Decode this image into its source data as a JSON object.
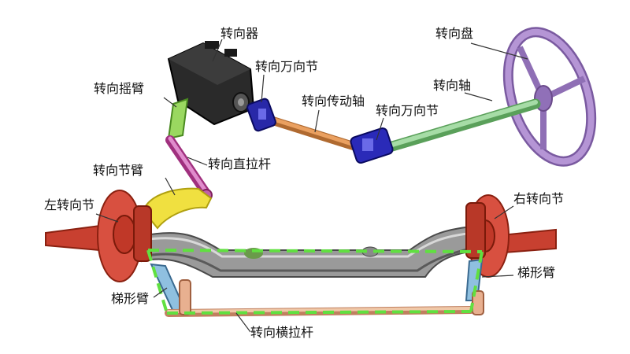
{
  "labels": {
    "steering_gear": "转向器",
    "steering_wheel": "转向盘",
    "universal_joint_upper": "转向万向节",
    "pitman_arm": "转向摇臂",
    "intermediate_shaft": "转向传动轴",
    "steering_shaft": "转向轴",
    "universal_joint_lower": "转向万向节",
    "drag_link": "转向直拉杆",
    "knuckle_arm": "转向节臂",
    "left_knuckle": "左转向节",
    "right_knuckle": "右转向节",
    "trapezoid_arm_right": "梯形臂",
    "trapezoid_arm_left": "梯形臂",
    "tie_rod": "转向横拉杆"
  },
  "colors": {
    "steering_wheel": "#a07fc0",
    "steering_shaft": "#7fc47f",
    "intermediate_shaft": "#d98a4a",
    "universal_joint": "#3a3ad0",
    "steering_gear": "#222222",
    "pitman_arm": "#a6e06a",
    "drag_link": "#d070b8",
    "knuckle": "#d85040",
    "knuckle_arm": "#f0e040",
    "axle": "#8a8a8a",
    "tie_rod": "#e8b090",
    "trapezoid_arm": "#8fc0e0",
    "guide_dash": "#60e040"
  }
}
